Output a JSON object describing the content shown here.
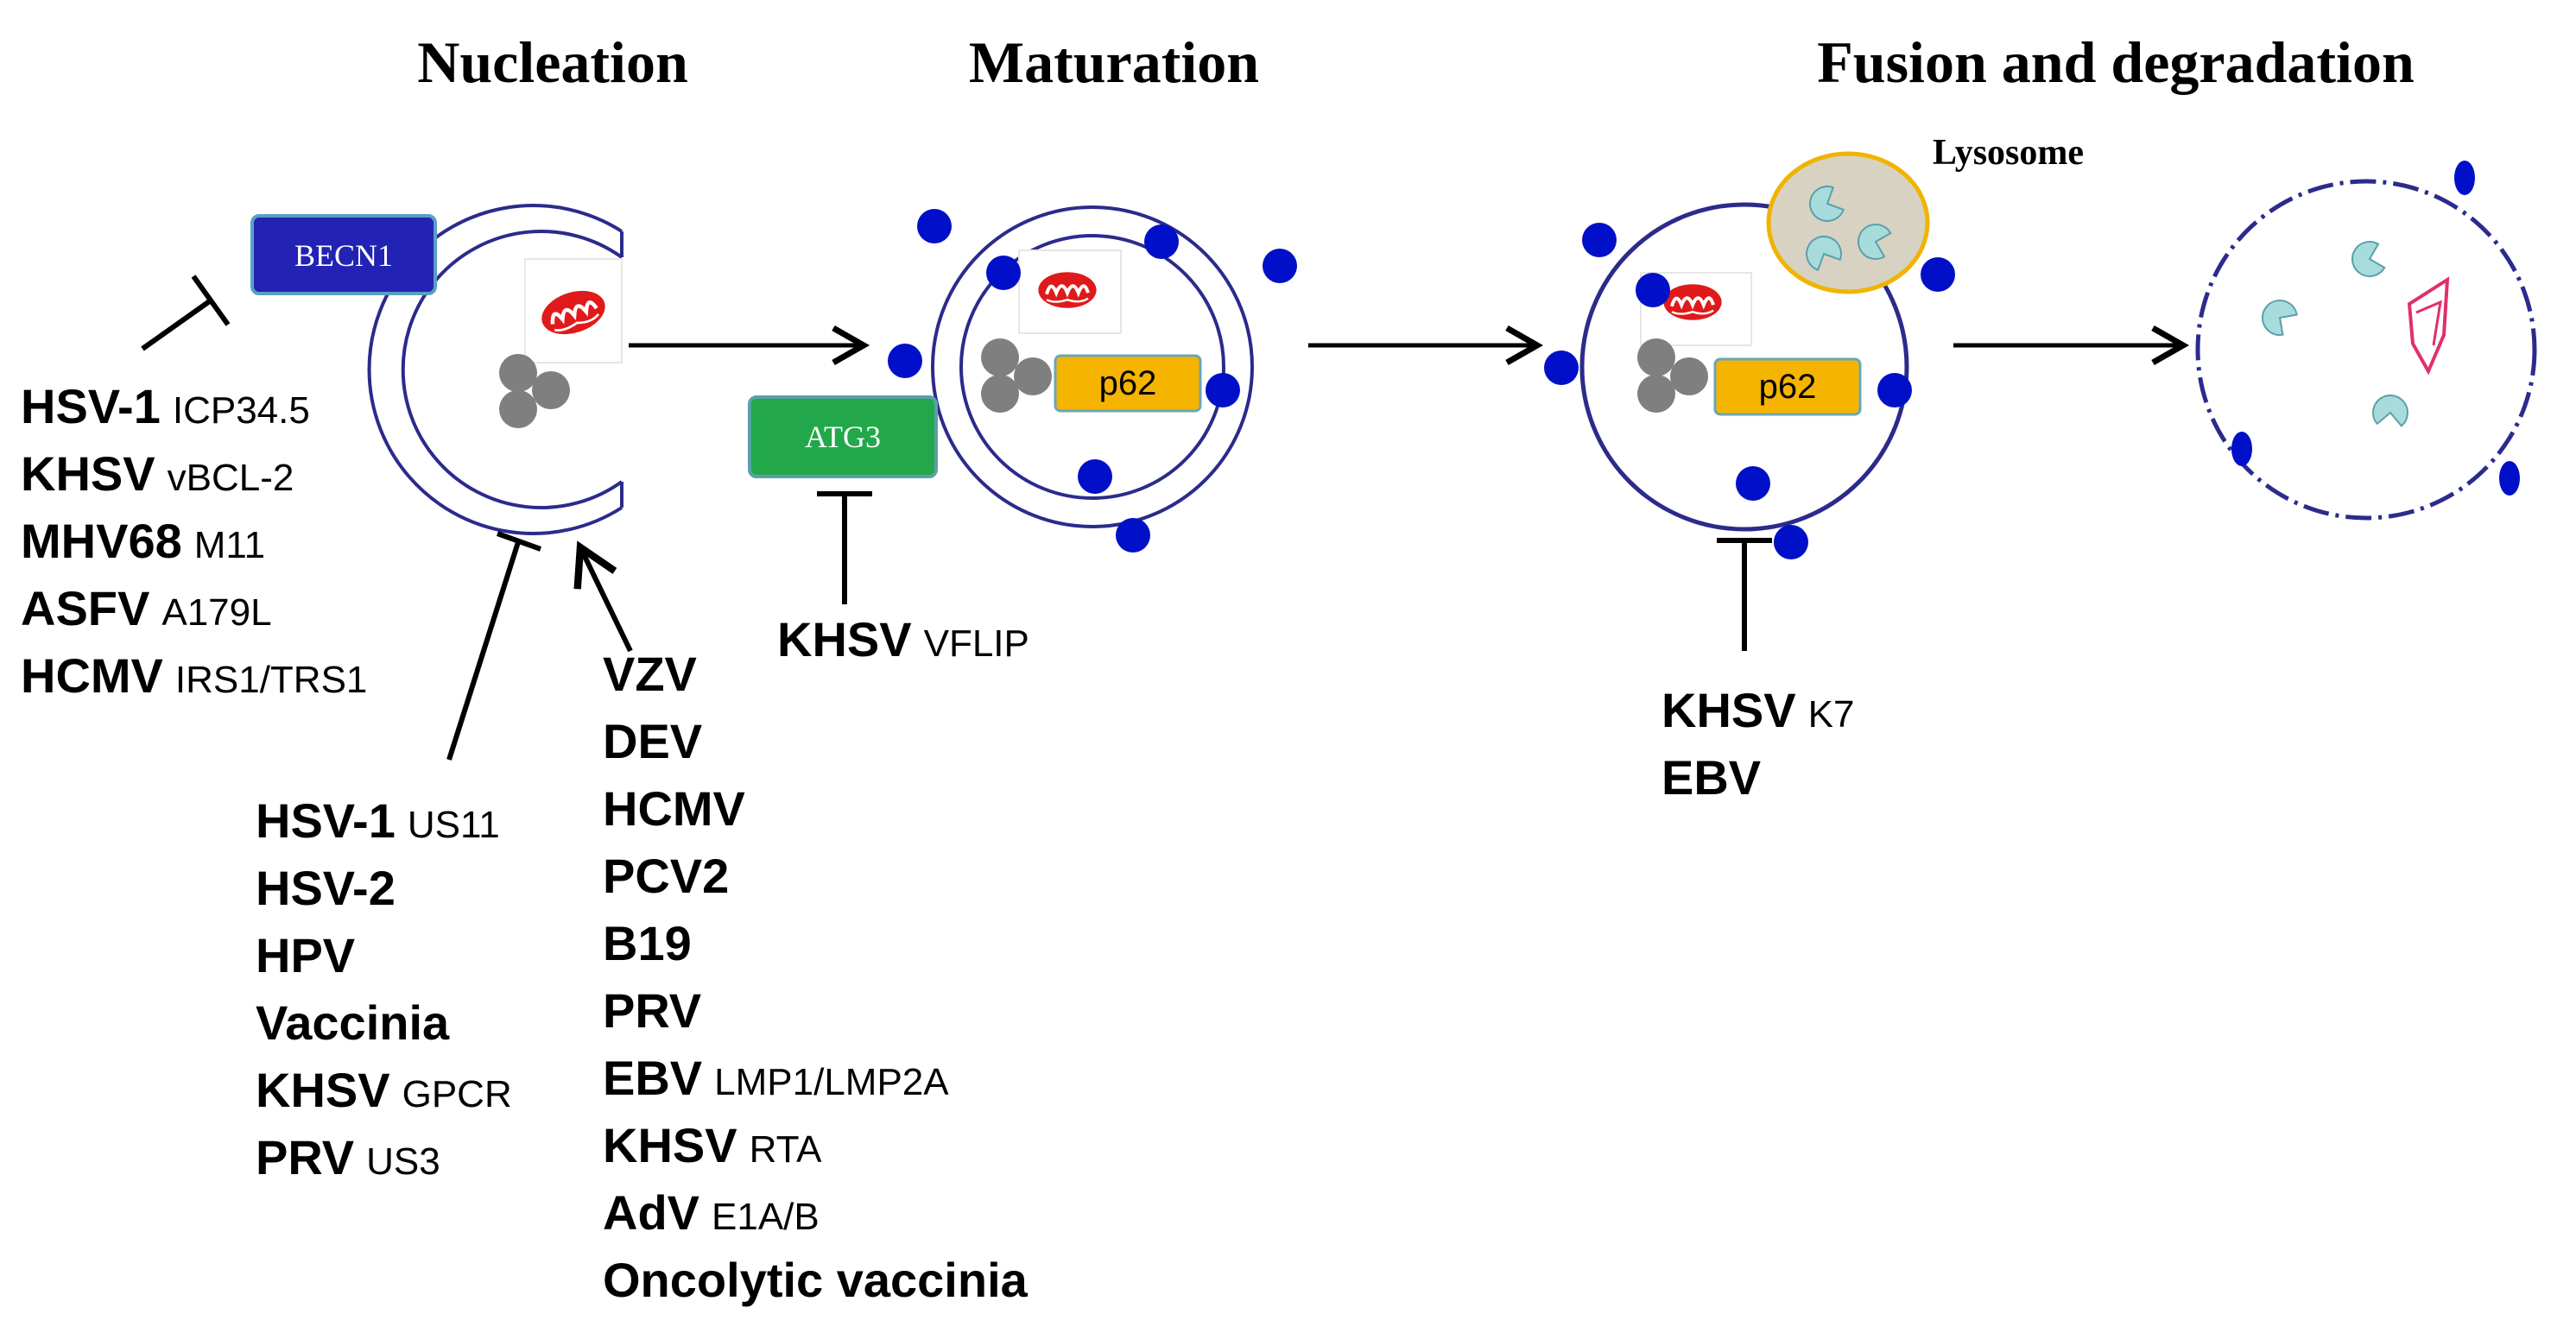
{
  "stages": {
    "nucleation": "Nucleation",
    "maturation": "Maturation",
    "fusion": "Fusion and degradation"
  },
  "labels": {
    "becn1": "BECN1",
    "atg3": "ATG3",
    "p62": "p62",
    "lysosome": "Lysosome"
  },
  "colors": {
    "membrane": "#2b2b8c",
    "becn1_fill": "#2222b4",
    "atg3_fill": "#22a84a",
    "p62_fill": "#f5b400",
    "blue_dot": "#0010c8",
    "lysosome_fill": "#d8d2c2",
    "lysosome_border": "#f0b400",
    "enzyme": "#a8dcdc",
    "mitochondrion": "#e01a1a",
    "debris": "#e0306a"
  },
  "groups": {
    "becn1_inhibitors": [
      {
        "virus": "HSV-1",
        "gene": "ICP34.5"
      },
      {
        "virus": "KHSV",
        "gene": "vBCL-2"
      },
      {
        "virus": "MHV68",
        "gene": "M11"
      },
      {
        "virus": "ASFV",
        "gene": "A179L"
      },
      {
        "virus": "HCMV",
        "gene": "IRS1/TRS1"
      }
    ],
    "nucleation_inhibitors": [
      {
        "virus": "HSV-1",
        "gene": "US11"
      },
      {
        "virus": "HSV-2",
        "gene": ""
      },
      {
        "virus": "HPV",
        "gene": ""
      },
      {
        "virus": "Vaccinia",
        "gene": ""
      },
      {
        "virus": "KHSV",
        "gene": "GPCR"
      },
      {
        "virus": "PRV",
        "gene": "US3"
      }
    ],
    "nucleation_inducers": [
      {
        "virus": "VZV",
        "gene": ""
      },
      {
        "virus": "DEV",
        "gene": ""
      },
      {
        "virus": "HCMV",
        "gene": ""
      },
      {
        "virus": "PCV2",
        "gene": ""
      },
      {
        "virus": "B19",
        "gene": ""
      },
      {
        "virus": "PRV",
        "gene": ""
      },
      {
        "virus": "EBV",
        "gene": "LMP1/LMP2A"
      },
      {
        "virus": "KHSV",
        "gene": "RTA"
      },
      {
        "virus": "AdV",
        "gene": "E1A/B"
      },
      {
        "virus": "Oncolytic vaccinia",
        "gene": ""
      }
    ],
    "atg3_inhibitors": [
      {
        "virus": "KHSV",
        "gene": "VFLIP"
      }
    ],
    "fusion_inhibitors": [
      {
        "virus": "KHSV",
        "gene": "K7"
      },
      {
        "virus": "EBV",
        "gene": ""
      }
    ]
  }
}
